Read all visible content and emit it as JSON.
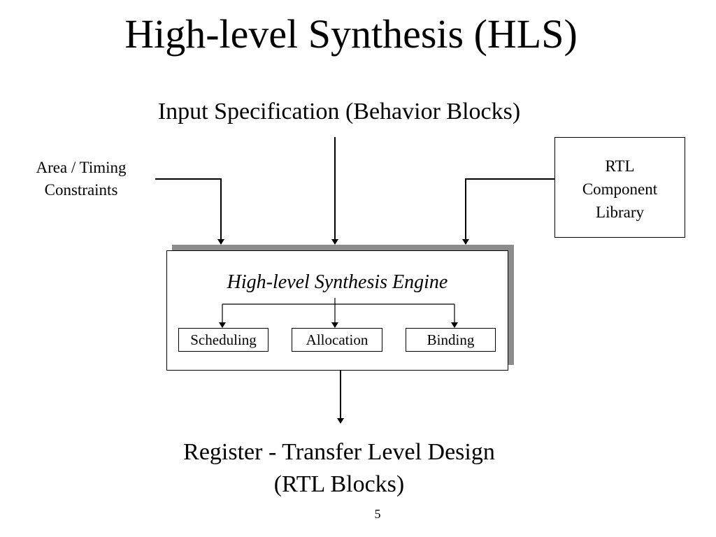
{
  "slide": {
    "title": "High-level Synthesis (HLS)",
    "page_number": "5"
  },
  "diagram": {
    "input_spec": "Input Specification (Behavior Blocks)",
    "constraints": [
      "Area / Timing",
      "Constraints"
    ],
    "component_library": [
      "RTL",
      "Component",
      "Library"
    ],
    "engine": {
      "title": "High-level Synthesis Engine",
      "steps": [
        "Scheduling",
        "Allocation",
        "Binding"
      ]
    },
    "output": [
      "Register - Transfer Level Design",
      "(RTL Blocks)"
    ]
  }
}
